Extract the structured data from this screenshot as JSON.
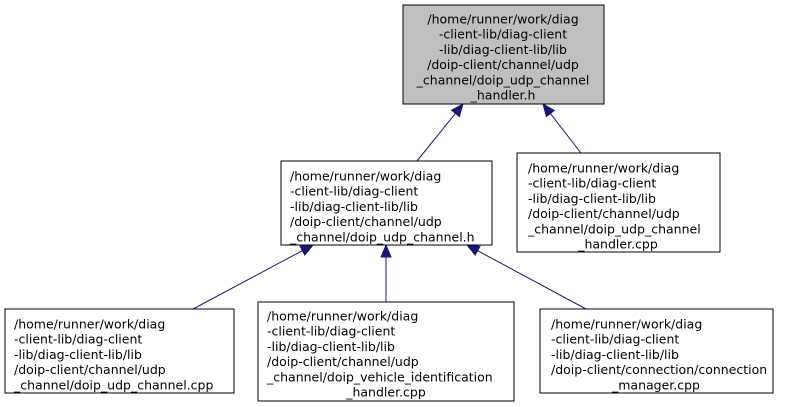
{
  "graph": {
    "nodes": [
      {
        "id": "root",
        "lines": [
          "/home/runner/work/diag",
          "-client-lib/diag-client",
          "-lib/diag-client-lib/lib",
          "/doip-client/channel/udp",
          "_channel/doip_udp_channel",
          "_handler.h"
        ]
      },
      {
        "id": "channel_h",
        "lines": [
          "/home/runner/work/diag",
          "-client-lib/diag-client",
          "-lib/diag-client-lib/lib",
          "/doip-client/channel/udp",
          "_channel/doip_udp_channel.h"
        ]
      },
      {
        "id": "handler_cpp",
        "lines": [
          "/home/runner/work/diag",
          "-client-lib/diag-client",
          "-lib/diag-client-lib/lib",
          "/doip-client/channel/udp",
          "_channel/doip_udp_channel",
          "_handler.cpp"
        ]
      },
      {
        "id": "channel_cpp",
        "lines": [
          "/home/runner/work/diag",
          "-client-lib/diag-client",
          "-lib/diag-client-lib/lib",
          "/doip-client/channel/udp",
          "_channel/doip_udp_channel.cpp"
        ]
      },
      {
        "id": "vehicle_id_cpp",
        "lines": [
          "/home/runner/work/diag",
          "-client-lib/diag-client",
          "-lib/diag-client-lib/lib",
          "/doip-client/channel/udp",
          "_channel/doip_vehicle_identification",
          "_handler.cpp"
        ]
      },
      {
        "id": "conn_mgr_cpp",
        "lines": [
          "/home/runner/work/diag",
          "-client-lib/diag-client",
          "-lib/diag-client-lib/lib",
          "/doip-client/connection/connection",
          "_manager.cpp"
        ]
      }
    ],
    "edges": [
      {
        "from": "channel_h",
        "to": "root"
      },
      {
        "from": "handler_cpp",
        "to": "root"
      },
      {
        "from": "channel_cpp",
        "to": "channel_h"
      },
      {
        "from": "vehicle_id_cpp",
        "to": "channel_h"
      },
      {
        "from": "conn_mgr_cpp",
        "to": "channel_h"
      }
    ],
    "colors": {
      "root_fill": "#bfbfbf",
      "node_fill": "#ffffff",
      "node_stroke": "#000000",
      "edge": "#191970"
    }
  }
}
